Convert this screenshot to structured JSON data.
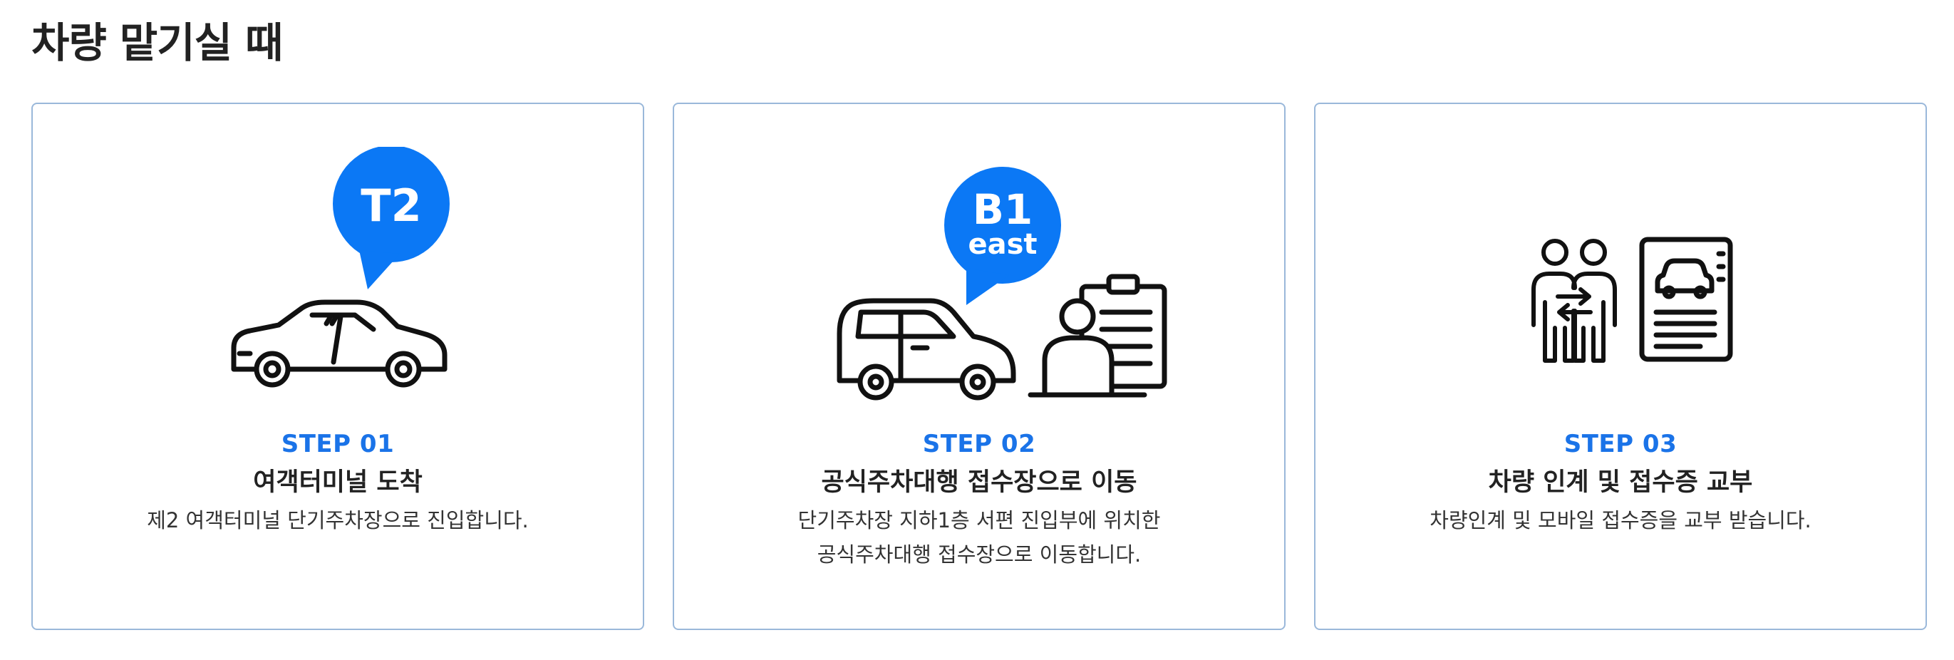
{
  "page": {
    "title": "차량 맡기실 때"
  },
  "colors": {
    "accent": "#1a73e8",
    "bubble": "#0b78f5",
    "border": "#9ab8da",
    "text": "#222222"
  },
  "steps": [
    {
      "label": "STEP 01",
      "heading": "여객터미널 도착",
      "desc_lines": [
        "제2 여객터미널 단기주차장으로 진입합니다."
      ],
      "bubble": {
        "line1": "T2",
        "line2": ""
      },
      "icons": [
        "speech-bubble-icon",
        "car-icon"
      ]
    },
    {
      "label": "STEP 02",
      "heading": "공식주차대행 접수장으로 이동",
      "desc_lines": [
        "단기주차장 지하1층 서편 진입부에 위치한",
        "공식주차대행 접수장으로 이동합니다."
      ],
      "bubble": {
        "line1": "B1",
        "line2": "east"
      },
      "icons": [
        "speech-bubble-icon",
        "car-icon",
        "reception-staff-icon",
        "clipboard-icon"
      ]
    },
    {
      "label": "STEP 03",
      "heading": "차량 인계 및 접수증 교부",
      "desc_lines": [
        "차량인계 및 모바일 접수증을 교부 받습니다."
      ],
      "icons": [
        "handover-people-icon",
        "receipt-document-icon"
      ]
    }
  ]
}
